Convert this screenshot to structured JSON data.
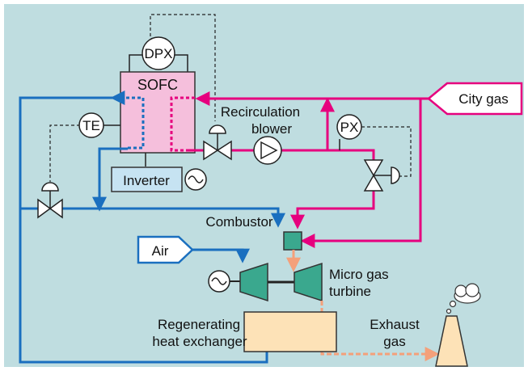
{
  "labels": {
    "dpx": "DPX",
    "sofc": "SOFC",
    "te": "TE",
    "inverter": "Inverter",
    "recirc_line1": "Recirculation",
    "recirc_line2": "blower",
    "px": "PX",
    "city_gas": "City gas",
    "combustor": "Combustor",
    "air": "Air",
    "micro_line1": "Micro gas",
    "micro_line2": "turbine",
    "regen_line1": "Regenerating",
    "regen_line2": "heat exchanger",
    "exhaust_line1": "Exhaust",
    "exhaust_line2": "gas"
  },
  "colors": {
    "background": "#bfdde0",
    "sofc_fill": "#f5bfdc",
    "inverter_fill": "#c6e3f2",
    "turbine_fill": "#3aa88e",
    "hx_fill": "#fde2b7",
    "blue_line": "#1a6fbf",
    "magenta_line": "#e6007e",
    "orange_line": "#f4a07a"
  },
  "icons": [
    "ac-source-icon",
    "generator-icon",
    "blower-icon",
    "valve-icon",
    "smoke-cloud-icon"
  ]
}
